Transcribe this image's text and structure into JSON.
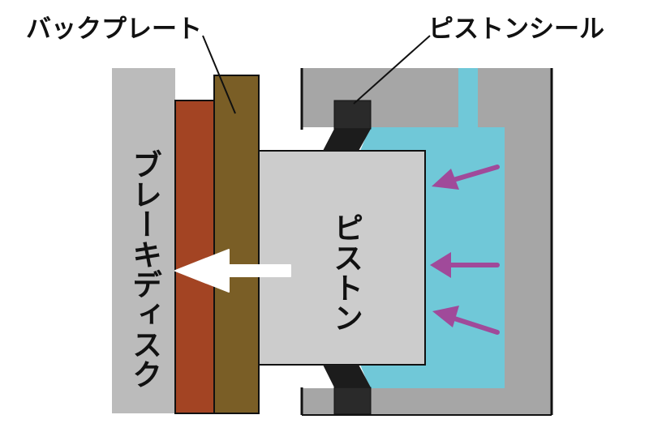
{
  "labels": {
    "back_plate": "バックプレート",
    "piston_seal": "ピストンシール",
    "brake_disc": "ブレーキディスク",
    "piston": "ピストン"
  },
  "colors": {
    "brake_disc": "#bbbbbb",
    "brake_pad": "#a34423",
    "back_plate": "#7a5e26",
    "caliper_body": "#a6a6a6",
    "brake_fluid": "#70c8d8",
    "piston": "#cccccc",
    "piston_seal": "#2a2a2a",
    "pressure_arrow": "#a04a9a",
    "motion_arrow": "#ffffff"
  },
  "icons": {
    "motion_arrow": "white-left-arrow",
    "pressure_arrows": "purple-pressure-arrows"
  }
}
